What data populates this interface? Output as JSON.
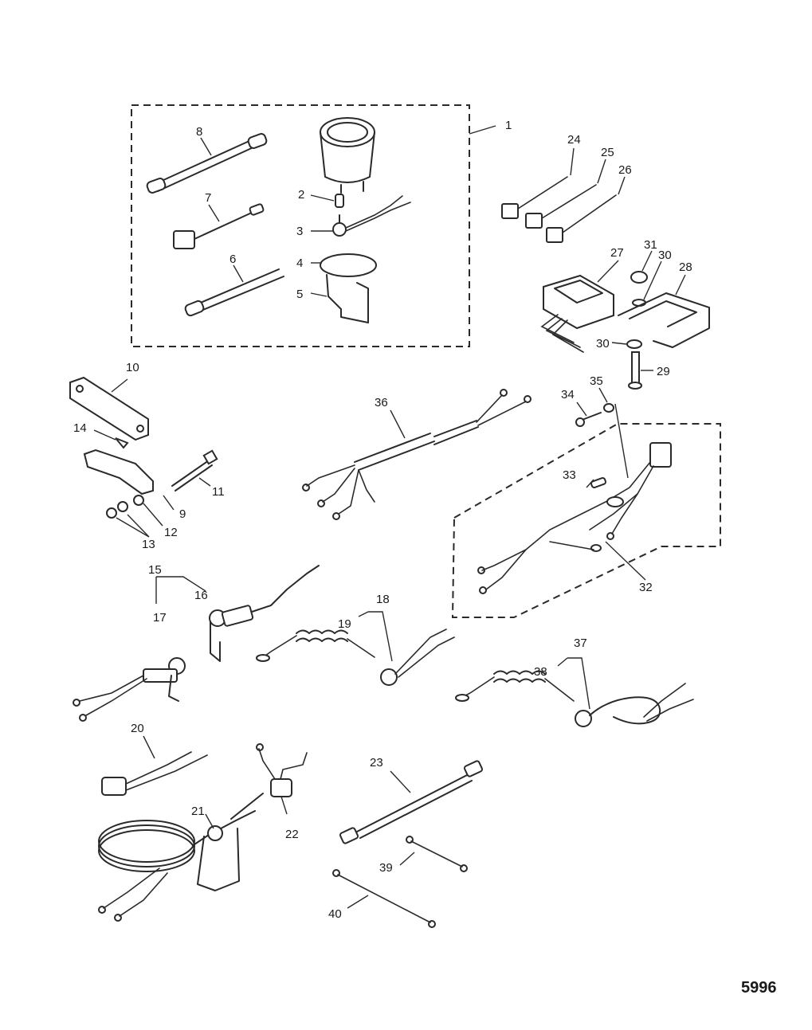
{
  "figure_number": "5996",
  "callouts": {
    "c1": "1",
    "c2": "2",
    "c3": "3",
    "c4": "4",
    "c5": "5",
    "c6": "6",
    "c7": "7",
    "c8": "8",
    "c9": "9",
    "c10": "10",
    "c11": "11",
    "c12": "12",
    "c13": "13",
    "c14": "14",
    "c15": "15",
    "c16": "16",
    "c17": "17",
    "c18": "18",
    "c19": "19",
    "c20": "20",
    "c21": "21",
    "c22": "22",
    "c23": "23",
    "c24": "24",
    "c25": "25",
    "c26": "26",
    "c27": "27",
    "c28": "28",
    "c29": "29",
    "c30a": "30",
    "c30b": "30",
    "c31": "31",
    "c32": "32",
    "c33": "33",
    "c34": "34",
    "c35": "35",
    "c36": "36",
    "c37": "37",
    "c38": "38",
    "c39": "39",
    "c40": "40"
  }
}
